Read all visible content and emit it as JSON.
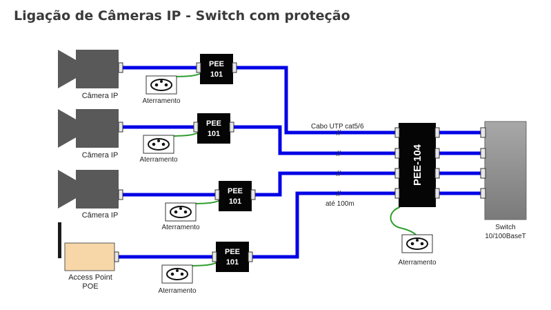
{
  "title": "Ligação de Câmeras IP - Switch com proteção",
  "devices": {
    "camera_label": "Câmera IP",
    "access_point_line1": "Access Point",
    "access_point_line2": "POE",
    "switch_line1": "Switch",
    "switch_line2": "10/100BaseT"
  },
  "protectors": {
    "pee_line1": "PEE",
    "pee_line2": "101",
    "pee104": "PEE-104"
  },
  "labels": {
    "grounding": "Aterramento",
    "cable": "Cabo UTP cat5/6",
    "distance": "até 100m",
    "break_mark": "//"
  },
  "colors": {
    "cable": "#0000e6",
    "ground_wire": "#2e9e2e",
    "camera": "#595959",
    "access_point": "#f7d7a8",
    "switch": "#8c8c8c",
    "protector": "#050505"
  }
}
